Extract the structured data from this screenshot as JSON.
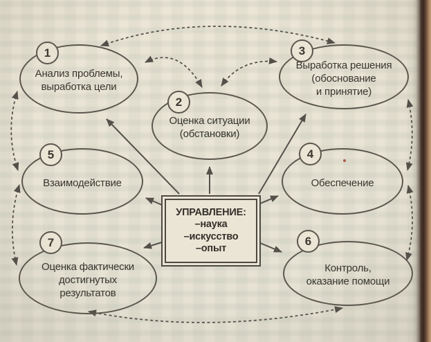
{
  "diagram": {
    "title_semantic": "management-cycle-diagram",
    "center_box": {
      "title": "УПРАВЛЕНИЕ:",
      "items": [
        "–наука",
        "–искусство",
        "–опыт"
      ]
    },
    "nodes": [
      {
        "number": "1",
        "label": "Анализ проблемы,\nвыработка цели"
      },
      {
        "number": "2",
        "label": "Оценка ситуации\n(обстановки)"
      },
      {
        "number": "3",
        "label": "Выработка решения\n(обоснование\nи принятие)"
      },
      {
        "number": "4",
        "label": "Обеспечение"
      },
      {
        "number": "5",
        "label": "Взаимодействие"
      },
      {
        "number": "6",
        "label": "Контроль,\nоказание помощи"
      },
      {
        "number": "7",
        "label": "Оценка фактически\nдостигнутых\nрезультатов"
      }
    ],
    "edges": {
      "solid_arrows_from_center_to": [
        "1",
        "2",
        "3",
        "4",
        "5",
        "6",
        "7"
      ],
      "dashed_bidirectional_links": [
        [
          "1",
          "3"
        ],
        [
          "1",
          "2"
        ],
        [
          "2",
          "3"
        ],
        [
          "1",
          "5"
        ],
        [
          "5",
          "7"
        ],
        [
          "7",
          "6"
        ],
        [
          "3",
          "4"
        ],
        [
          "4",
          "6"
        ]
      ]
    },
    "colors": {
      "paper": "#ebe5d6",
      "line": "#54504a",
      "text": "#38352e",
      "book_edge_dark": "#46322a",
      "book_edge_light": "#c6a27f"
    }
  }
}
